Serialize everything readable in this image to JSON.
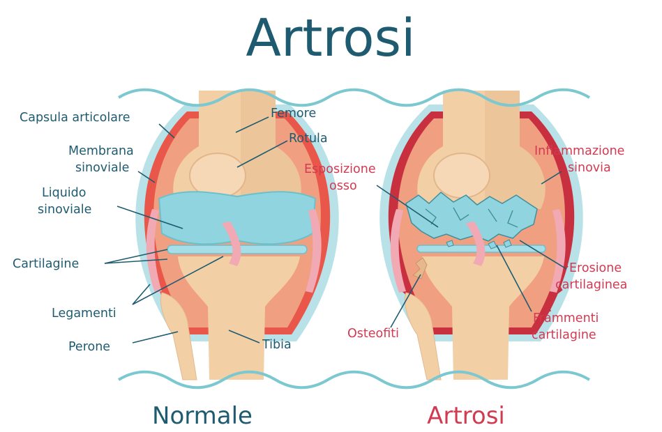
{
  "title": "Artrosi",
  "left_caption": "Normale",
  "right_caption": "Artrosi",
  "colors": {
    "title": "#1f5b70",
    "label_normal": "#1f5b70",
    "label_disease": "#d23a52",
    "bone": "#f3cfa6",
    "bone_shade": "#e6b88c",
    "cartilage": "#8fd4de",
    "capsule": "#e8574a",
    "membrane": "#f0a080",
    "ligament": "#f1a9b4",
    "fluid_outline": "#b9e1e8"
  },
  "labels_normal": {
    "capsula": "Capsula articolare",
    "membrana_1": "Membrana",
    "membrana_2": "sinoviale",
    "liquido_1": "Liquido",
    "liquido_2": "sinoviale",
    "cartilagine": "Cartilagine",
    "legamenti": "Legamenti",
    "perone": "Perone",
    "femore": "Femore",
    "rotula": "Rotula",
    "tibia": "Tibia"
  },
  "labels_artrosi": {
    "esposizione_1": "Esposizione",
    "esposizione_2": "osso",
    "infiammazione_1": "Infiammazione",
    "infiammazione_2": "sinovia",
    "erosione_1": "Erosione",
    "erosione_2": "cartilaginea",
    "frammenti_1": "Frammenti",
    "frammenti_2": "cartilagine",
    "osteofiti": "Osteofiti"
  }
}
